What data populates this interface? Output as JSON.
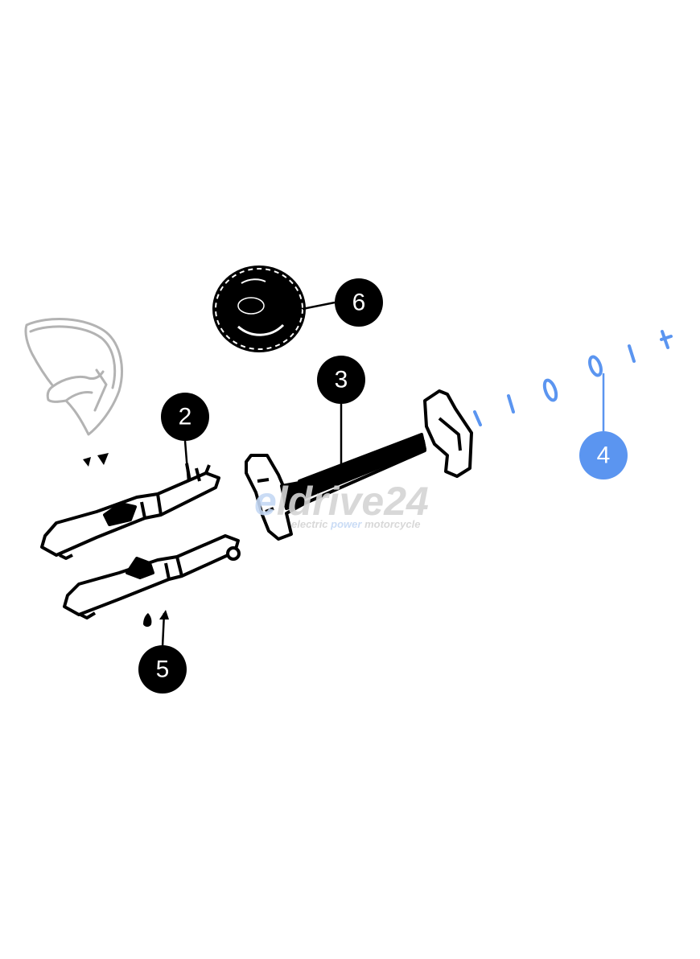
{
  "callouts": [
    {
      "id": "2",
      "label": "2",
      "highlighted": false
    },
    {
      "id": "3",
      "label": "3",
      "highlighted": false
    },
    {
      "id": "4",
      "label": "4",
      "highlighted": true
    },
    {
      "id": "5",
      "label": "5",
      "highlighted": false
    },
    {
      "id": "6",
      "label": "6",
      "highlighted": false
    }
  ],
  "watermark": {
    "brand_prefix": "e",
    "brand_main": "ldrive24",
    "tagline_part1": "electric ",
    "tagline_part2": "power",
    "tagline_part3": " motorcycle"
  },
  "colors": {
    "callout_fill": "#000000",
    "callout_text": "#ffffff",
    "highlight": "#5b95f0",
    "line": "#000000",
    "helmet_outline": "#b3b3b3",
    "watermark_gray": "#d4d4d4",
    "watermark_blue": "#c5d9f5"
  },
  "icons": [
    "helmet-icon",
    "screw-icon",
    "front-fork-icon",
    "steering-stem-icon",
    "washer-icon",
    "cap-icon"
  ]
}
